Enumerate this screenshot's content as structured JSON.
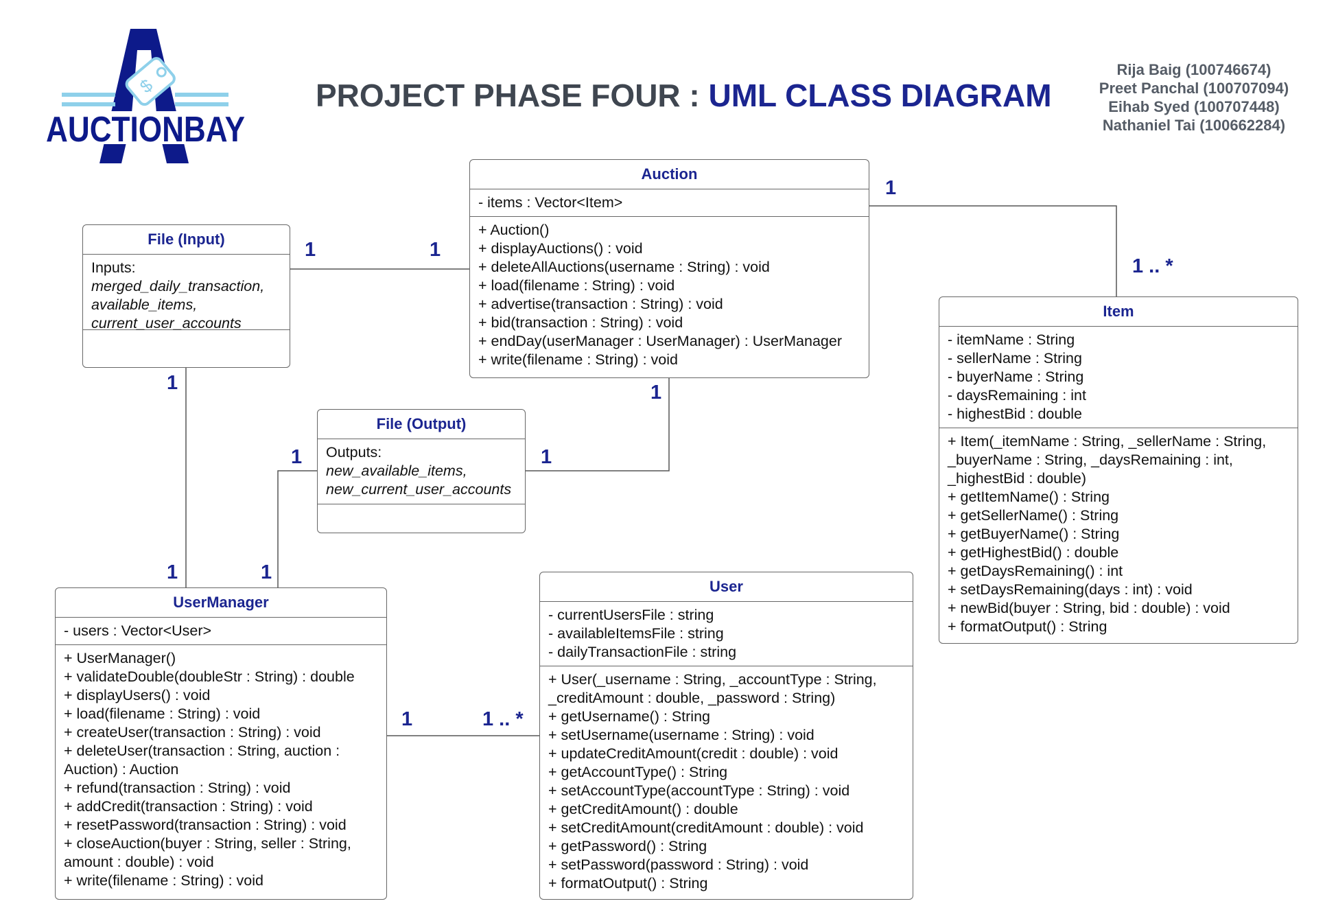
{
  "header": {
    "title_part1": "PROJECT PHASE FOUR :",
    "title_part2": "UML CLASS DIAGRAM",
    "authors": [
      "Rija Baig (100746674)",
      "Preet Panchal (100707094)",
      "Eihab Syed (100707448)",
      "Nathaniel Tai (100662284)"
    ]
  },
  "logo": {
    "text": "AUCTIONBAY",
    "color_dark": "#0d1a8a",
    "color_light": "#8ed0ea"
  },
  "classes": {
    "auction": {
      "name": "Auction",
      "attributes": [
        "- items : Vector<Item>"
      ],
      "methods": [
        "+ Auction()",
        "+ displayAuctions() : void",
        "+ deleteAllAuctions(username : String) : void",
        "+ load(filename : String) : void",
        "+ advertise(transaction : String) : void",
        "+ bid(transaction : String) : void",
        "+ endDay(userManager : UserManager) : UserManager",
        "+ write(filename : String) : void"
      ]
    },
    "file_input": {
      "name": "File (Input)",
      "label": "Inputs:",
      "items": [
        "merged_daily_transaction,",
        "available_items,",
        "current_user_accounts"
      ]
    },
    "file_output": {
      "name": "File (Output)",
      "label": "Outputs:",
      "items": [
        "new_available_items,",
        "new_current_user_accounts"
      ]
    },
    "item": {
      "name": "Item",
      "attributes": [
        "- itemName : String",
        "- sellerName : String",
        "- buyerName : String",
        "- daysRemaining : int",
        "- highestBid : double"
      ],
      "methods": [
        "+ Item(_itemName : String, _sellerName : String,",
        "_buyerName : String, _daysRemaining : int,",
        "_highestBid : double)",
        "+ getItemName() : String",
        "+ getSellerName() : String",
        "+ getBuyerName() : String",
        "+ getHighestBid() : double",
        "+ getDaysRemaining() : int",
        "+ setDaysRemaining(days : int) : void",
        "+ newBid(buyer : String, bid : double) : void",
        "+ formatOutput() : String"
      ]
    },
    "usermanager": {
      "name": "UserManager",
      "attributes": [
        "- users : Vector<User>"
      ],
      "methods": [
        "+ UserManager()",
        "+ validateDouble(doubleStr : String) : double",
        "+ displayUsers() : void",
        "+ load(filename : String) : void",
        "+ createUser(transaction : String) : void",
        "+ deleteUser(transaction : String, auction :",
        "Auction) : Auction",
        "+ refund(transaction : String) : void",
        "+ addCredit(transaction : String) : void",
        "+ resetPassword(transaction : String) : void",
        "+ closeAuction(buyer : String, seller : String,",
        "amount : double) : void",
        "+ write(filename : String) : void"
      ]
    },
    "user": {
      "name": "User",
      "attributes": [
        "- currentUsersFile : string",
        "- availableItemsFile : string",
        "- dailyTransactionFile : string"
      ],
      "methods": [
        "+ User(_username : String, _accountType : String,",
        "_creditAmount : double, _password : String)",
        "+ getUsername() : String",
        "+ setUsername(username : String) : void",
        "+ updateCreditAmount(credit : double) : void",
        "+ getAccountType() : String",
        "+ setAccountType(accountType : String) : void",
        "+ getCreditAmount() : double",
        "+ setCreditAmount(creditAmount : double) : void",
        "+ getPassword() : String",
        "+ setPassword(password : String) : void",
        "+ formatOutput() : String"
      ]
    }
  },
  "multiplicities": {
    "auction_item_a": "1",
    "auction_item_b": "1 .. *",
    "input_auction_a": "1",
    "input_auction_b": "1",
    "input_um_a": "1",
    "input_um_b": "1",
    "output_auction_a": "1",
    "output_auction_b": "1",
    "output_um_a": "1",
    "output_um_b": "1",
    "um_user_a": "1",
    "um_user_b": "1 .. *"
  }
}
